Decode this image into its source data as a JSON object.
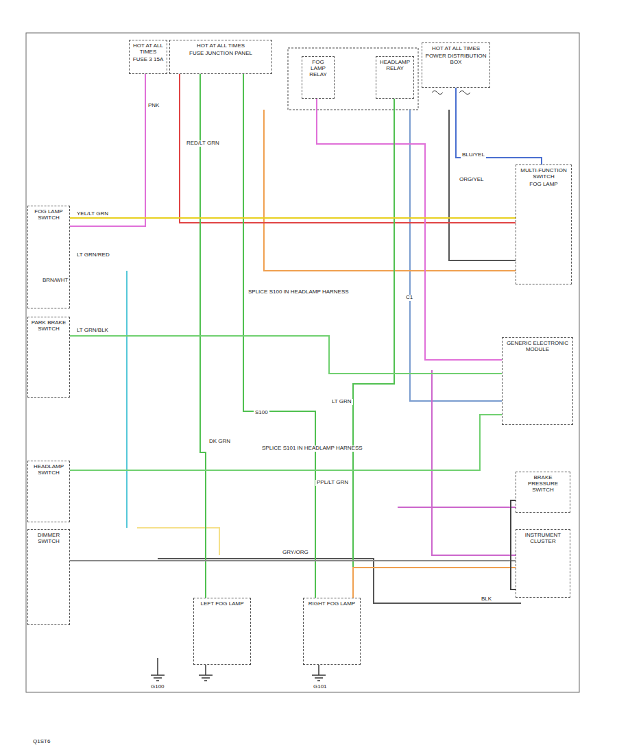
{
  "diagram": {
    "nodes": [
      {
        "text": [
          "HOT AT ALL TIMES",
          "FUSE 3 15A"
        ]
      },
      {
        "text": [
          "HOT AT ALL TIMES",
          "FUSE JUNCTION PANEL"
        ]
      },
      {
        "text": [
          "FOG LAMP RELAY"
        ]
      },
      {
        "text": [
          "HEADLAMP RELAY"
        ]
      },
      {
        "text": [
          "HOT AT ALL TIMES",
          "POWER DISTRIBUTION BOX"
        ]
      },
      {
        "text": [
          "FOG LAMP SWITCH"
        ]
      },
      {
        "text": [
          "PARK BRAKE SWITCH"
        ]
      },
      {
        "text": [
          "HEADLAMP SWITCH"
        ]
      },
      {
        "text": [
          "DIMMER SWITCH"
        ]
      },
      {
        "text": [
          "MULTI-FUNCTION SWITCH",
          "FOG LAMP"
        ]
      },
      {
        "text": [
          "GENERIC ELECTRONIC MODULE"
        ]
      },
      {
        "text": [
          "BRAKE PRESSURE SWITCH"
        ]
      },
      {
        "text": [
          "INSTRUMENT CLUSTER"
        ]
      },
      {
        "text": [
          "LEFT FOG LAMP"
        ]
      },
      {
        "text": [
          "RIGHT FOG LAMP"
        ]
      }
    ],
    "edges": [
      {
        "from": 0,
        "to": 5,
        "arrow": "none"
      },
      {
        "from": 1,
        "to": 9,
        "arrow": "none"
      },
      {
        "from": 1,
        "to": 13,
        "arrow": "none"
      },
      {
        "from": 1,
        "to": 14,
        "arrow": "none"
      },
      {
        "from": 2,
        "to": 10,
        "arrow": "none"
      },
      {
        "from": 3,
        "to": 14,
        "arrow": "none"
      },
      {
        "from": 4,
        "to": 9,
        "arrow": "none"
      },
      {
        "from": 5,
        "to": 9,
        "arrow": "none"
      },
      {
        "from": 6,
        "to": 10,
        "arrow": "none"
      },
      {
        "from": 7,
        "to": 10,
        "arrow": "none"
      },
      {
        "from": 8,
        "to": 12,
        "arrow": "none"
      },
      {
        "from": 12,
        "to": 14,
        "arrow": "none"
      },
      {
        "from": 11,
        "to": 12,
        "arrow": "none"
      }
    ],
    "labels": [
      "PNK",
      "RED/LT GRN",
      "YEL/LT GRN",
      "LT GRN/RED",
      "LT GRN/BLK",
      "ORG/YEL",
      "BLU/YEL",
      "DK GRN",
      "LT GRN",
      "GRY/ORG",
      "BLK",
      "G100",
      "G101",
      "S100",
      "C1",
      "Q1ST6",
      "SPLICE S100 IN HEADLAMP HARNESS",
      "SPLICE S101 IN HEADLAMP HARNESS",
      "PPL/LT GRN",
      "BRN/WHT"
    ]
  }
}
